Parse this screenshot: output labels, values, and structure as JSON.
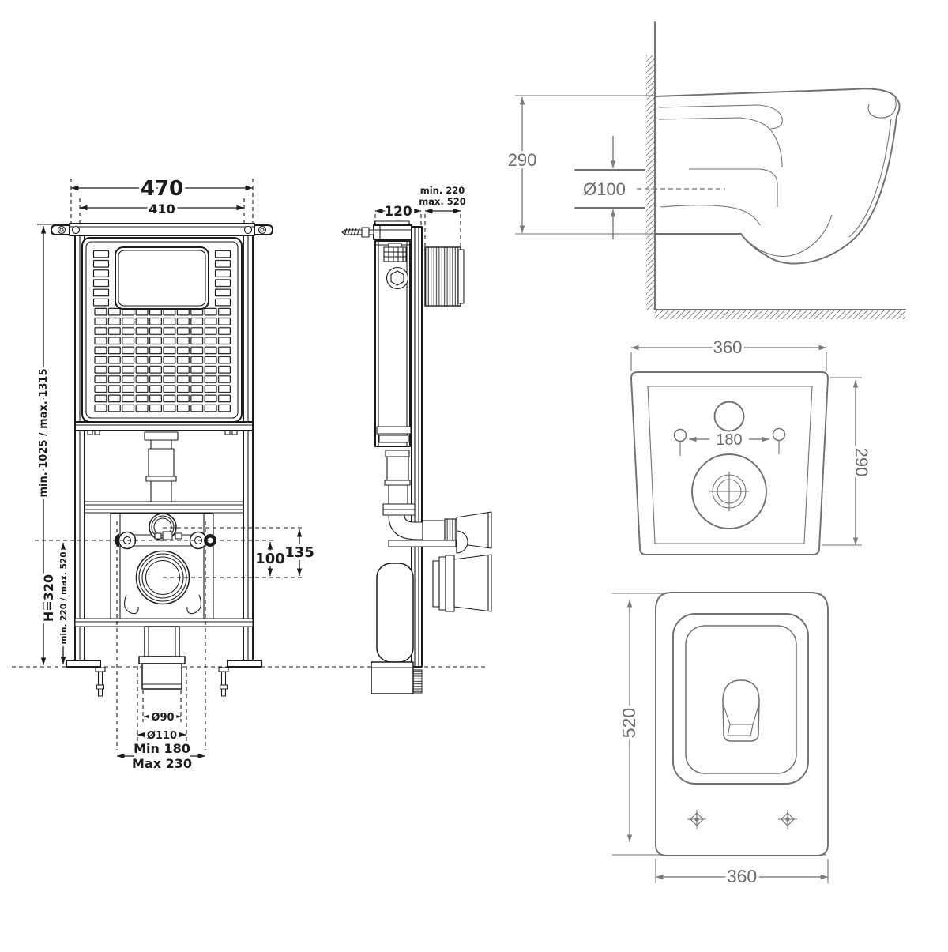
{
  "front_view": {
    "overall_width": "470",
    "frame_width": "410",
    "height_range": "min. 1025 / max. 1315",
    "h_height": "H=320",
    "bolt_height_range": "min. 220 / max. 520",
    "dim_135": "135",
    "dim_100": "100",
    "drain_d90": "Ø90",
    "drain_d110": "Ø110",
    "drain_min": "Min 180",
    "drain_max": "Max 230"
  },
  "side_view": {
    "depth": "120",
    "wall_offset_min": "min. 220",
    "wall_offset_max": "max. 520"
  },
  "profile_view": {
    "height": "290",
    "outlet_diameter": "Ø100"
  },
  "back_view": {
    "width": "360",
    "hole_spacing": "180",
    "height": "290"
  },
  "plan_view": {
    "length": "520",
    "width": "360"
  },
  "colors": {
    "line_dark": "#1b1b1b",
    "line_gray": "#6f6f6f",
    "text_dark": "#1b1b1b",
    "text_gray": "#6a6a6a",
    "background": "#ffffff"
  }
}
